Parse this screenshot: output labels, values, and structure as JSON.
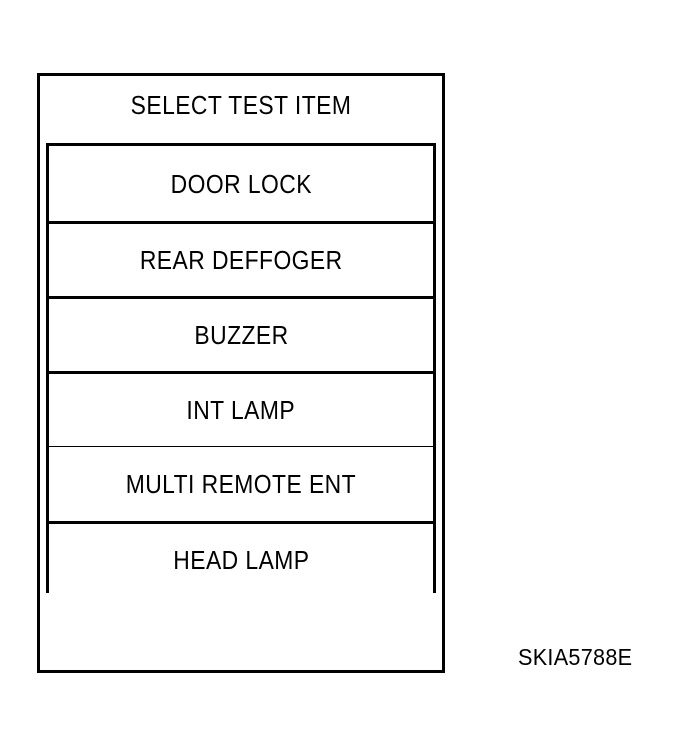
{
  "page": {
    "background_color": "#ffffff",
    "ink_color": "#000000"
  },
  "screen": {
    "title": "SELECT TEST ITEM",
    "menu_items": [
      {
        "label": "DOOR LOCK"
      },
      {
        "label": "REAR DEFFOGER"
      },
      {
        "label": "BUZZER"
      },
      {
        "label": "INT LAMP"
      },
      {
        "label": "MULTI REMOTE ENT"
      },
      {
        "label": "HEAD LAMP"
      }
    ]
  },
  "figure": {
    "reference_code": "SKIA5788E"
  }
}
